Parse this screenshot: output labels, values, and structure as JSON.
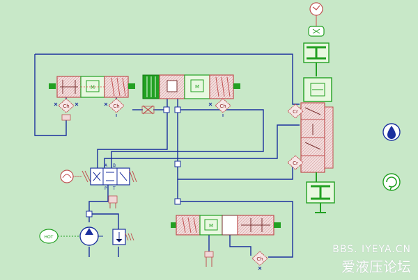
{
  "labels": {
    "ch": "Ch",
    "cr": "Cr",
    "m": "M",
    "hot": "HOT",
    "port_a": "A",
    "port_b": "B",
    "port_p": "P",
    "port_t": "T"
  },
  "watermark": {
    "site": "BBS. IYEYA.CN",
    "forum": "爱液压论坛"
  },
  "tools": {
    "fluid": "droplet-icon",
    "model": "cycle-icon"
  },
  "colors": {
    "background": "#c8e8c8",
    "hydraulic_line": "#1a2f9e",
    "valve_body": "#c05050",
    "valve_fill": "#f0d8d8",
    "mechanical": "#22a022",
    "signal": "#e04040"
  }
}
